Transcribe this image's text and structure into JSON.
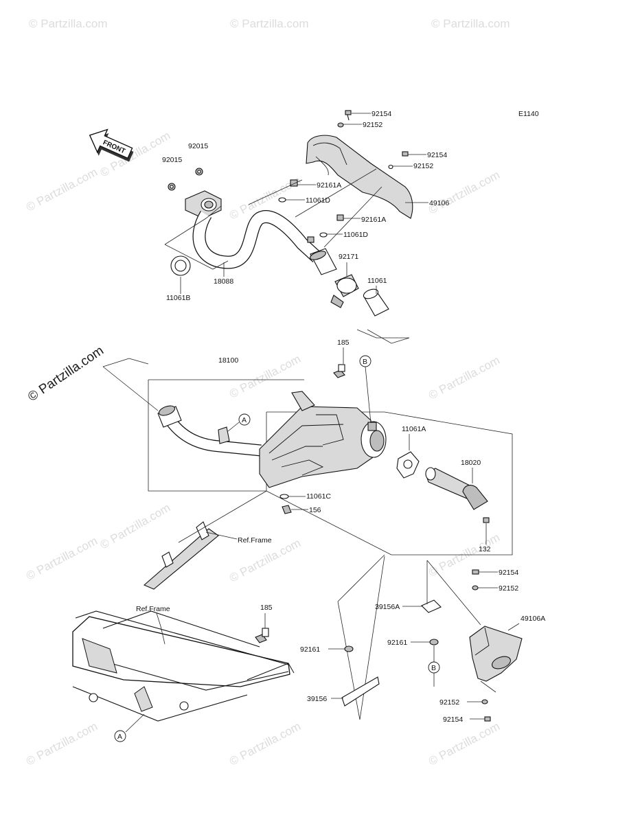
{
  "diagram_id": "E1140",
  "front_arrow": "FRONT",
  "copyright": "© Partzilla.com",
  "watermark": "© Partzilla.com",
  "ref_frame": "Ref.Frame",
  "callouts": {
    "a": "A",
    "b": "B"
  },
  "part_numbers": [
    "92154",
    "92152",
    "92154",
    "92152",
    "92015",
    "92015",
    "92161A",
    "11061D",
    "49106",
    "92161A",
    "11061D",
    "92171",
    "11061",
    "11061B",
    "18088",
    "185",
    "18100",
    "11061A",
    "18020",
    "11061C",
    "156",
    "132",
    "185",
    "92154",
    "92152",
    "39156A",
    "49106A",
    "92161",
    "92161",
    "39156",
    "92152",
    "92154"
  ]
}
